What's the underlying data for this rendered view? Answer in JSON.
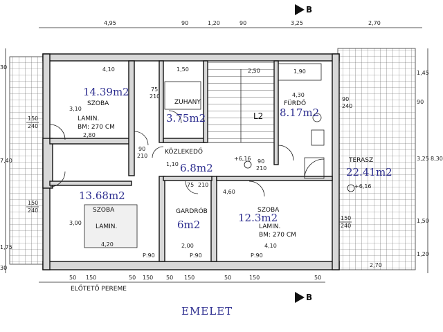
{
  "floor_title": "EMELET",
  "section_marker": "B",
  "top_dims": [
    "4,95",
    "90",
    "1,20",
    "90",
    "3,25",
    "2,70"
  ],
  "rooms": {
    "szoba1": {
      "name": "SZOBA",
      "floor": "LAMIN.",
      "height": "BM: 270 CM",
      "area": "14.39m2",
      "w": "4,10",
      "h": "3,10",
      "w2": "2,80"
    },
    "szoba2": {
      "name": "SZOBA",
      "floor": "LAMIN.",
      "area": "13.68m2",
      "h": "3,00",
      "w": "4,20"
    },
    "zuhany": {
      "name": "ZUHANY",
      "area": "3.75m2",
      "w": "1,50",
      "d1": "75",
      "d2": "210"
    },
    "furdo": {
      "name": "FÜRDŐ",
      "area": "8.17m2",
      "w": "1,90",
      "h": "4,30",
      "d1": "90",
      "d2": "240"
    },
    "kozlekedo": {
      "name": "KÖZLEKEDŐ",
      "area": "6.8m2",
      "level": "+6,16",
      "w": "1,10"
    },
    "gardrob": {
      "name": "GARDRÓB",
      "area": "6m2",
      "w": "2,00",
      "d1": "75",
      "d2": "210"
    },
    "szoba3": {
      "name": "SZOBA",
      "floor": "LAMIN.",
      "height": "BM: 270 CM",
      "area": "12.3m2",
      "w": "4,10",
      "h": "4,60"
    },
    "terasz": {
      "name": "TERASZ",
      "area": "22.41m2",
      "level": "+6,16",
      "w": "2,70"
    }
  },
  "stair_label": "L2",
  "stair_dim": "2,50",
  "side_dims_left": [
    "30",
    "7,40",
    "1,75",
    "30"
  ],
  "side_dims_right": [
    "1,45",
    "90",
    "3,25",
    "8,30",
    "1,50",
    "1,20"
  ],
  "window_labels": {
    "w150_240": "150",
    "w150_240b": "240",
    "p90": "P:90"
  },
  "door_90_210": {
    "a": "90",
    "b": "210"
  },
  "eave_label": "ELŐTETŐ PEREME",
  "bottom_dims": [
    "50",
    "150",
    "50",
    "150",
    "50",
    "150",
    "50",
    "150",
    "50"
  ],
  "bottom_w": "2,70"
}
